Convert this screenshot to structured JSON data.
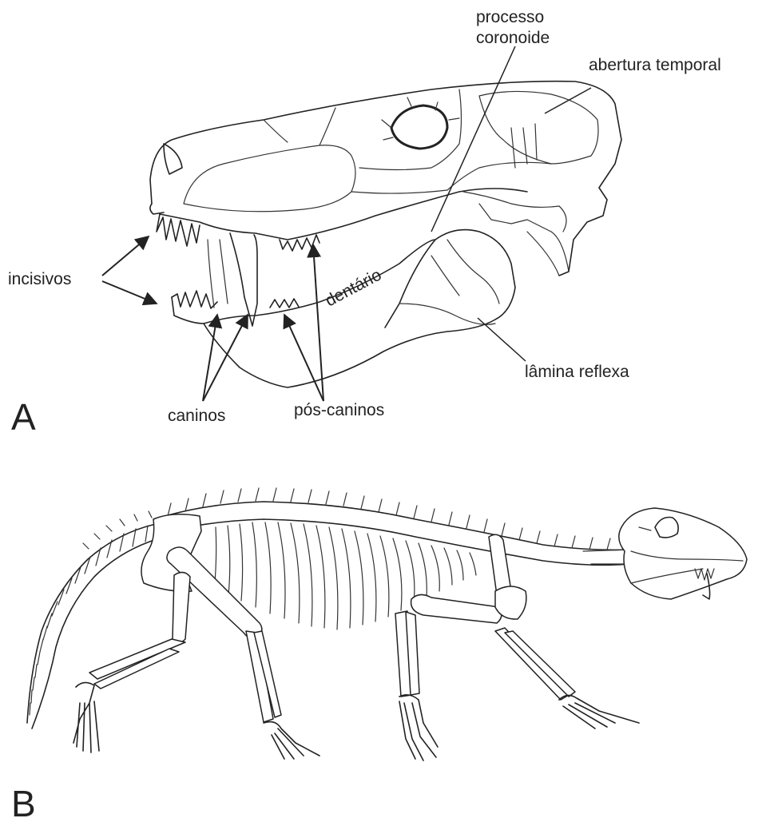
{
  "panel_a": {
    "letter": "A",
    "labels": {
      "processo_line1": "processo",
      "processo_line2": "coronoide",
      "abertura": "abertura temporal",
      "incisivos": "incisivos",
      "dentario": "dentário",
      "lamina": "lâmina reflexa",
      "caninos": "caninos",
      "pos_caninos": "pós-caninos"
    }
  },
  "panel_b": {
    "letter": "B"
  }
}
